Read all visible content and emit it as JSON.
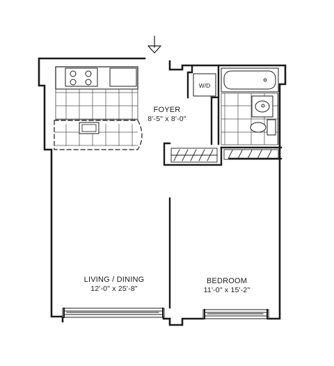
{
  "rooms": {
    "foyer": {
      "name": "FOYER",
      "dims": "8'-5\" x 8'-0\""
    },
    "living": {
      "name": "LIVING / DINING",
      "dims": "12'-0\" x 25'-8\""
    },
    "bedroom": {
      "name": "BEDROOM",
      "dims": "11'-0\" x 15'-2\""
    }
  },
  "fixtures": {
    "washer_dryer": "W/D"
  },
  "colors": {
    "ink": "#1a1a1a",
    "paper": "#ffffff"
  },
  "icons": {
    "entry": "arrow-down-icon"
  }
}
